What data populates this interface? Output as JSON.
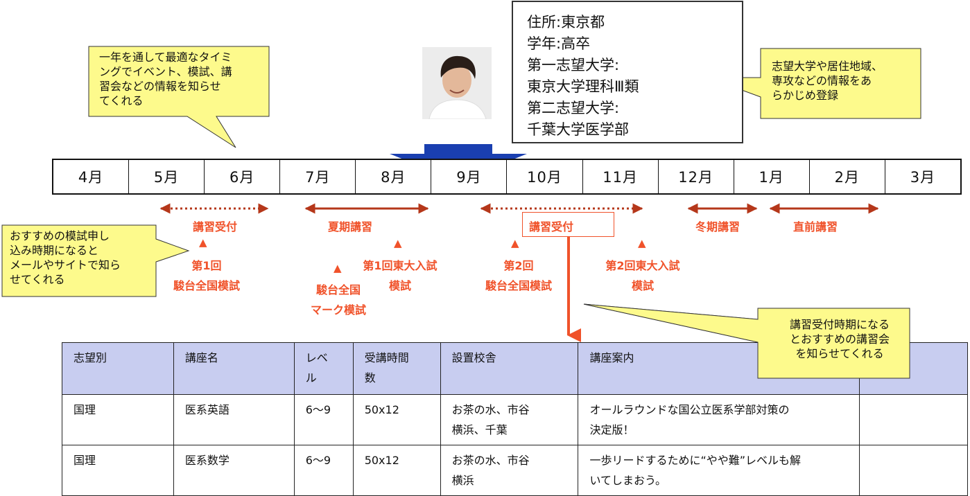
{
  "profile": {
    "lines": [
      "住所:東京都",
      "学年:高卒",
      "第一志望大学:",
      "東京大学理科Ⅲ類",
      "第二志望大学:",
      "千葉大学医学部"
    ]
  },
  "callouts": {
    "timing": [
      "一年を通して最適なタイミ",
      "ングでイベント、模試、講",
      "習会などの情報を知らせ",
      "てくれる"
    ],
    "register": [
      "志望大学や居住地域、",
      "専攻などの情報をあ",
      "らかじめ登録"
    ],
    "mock": [
      "おすすめの模試申し",
      "込み時期になると",
      "メールやサイトで知ら",
      "せてくれる"
    ],
    "course": [
      "講習受付時期になる",
      "とおすすめの講習会",
      "を知らせてくれる"
    ]
  },
  "months": [
    "4月",
    "5月",
    "6月",
    "7月",
    "8月",
    "9月",
    "10月",
    "11月",
    "12月",
    "1月",
    "2月",
    "3月"
  ],
  "periods": {
    "reception1": "講習受付",
    "summer": "夏期講習",
    "reception2": "講習受付",
    "winter": "冬期講習",
    "final": "直前講習"
  },
  "events": {
    "exam1": [
      "第1回",
      "駿台全国模試"
    ],
    "mark": [
      "駿台全国",
      "マーク模試"
    ],
    "todai1": [
      "第1回東大入試",
      "模試"
    ],
    "exam2": [
      "第2回",
      "駿台全国模試"
    ],
    "todai2": [
      "第2回東大入試",
      "模試"
    ],
    "triangle": "▲"
  },
  "table": {
    "headers": [
      "志望別",
      "講座名",
      "レベ\nル",
      "受講時間\n数",
      "設置校舎",
      "講座案内",
      ""
    ],
    "rows": [
      [
        "国理",
        "医系英語",
        "6〜9",
        "50x12",
        "お茶の水、市谷\n横浜、千葉",
        "オールラウンドな国公立医系学部対策の\n決定版！",
        ""
      ],
      [
        "国理",
        "医系数学",
        "6〜9",
        "50x12",
        "お茶の水、市谷\n横浜",
        "一歩リードするために“やや難”レベルも解\nいてしまおう。",
        ""
      ]
    ]
  },
  "colors": {
    "accent_red": "#f0522a",
    "arrow_brown": "#b5371a",
    "callout_yellow": "#fdfa8c",
    "pointer_blue": "#1a3fb0",
    "header_fill": "#c8cdf0"
  }
}
